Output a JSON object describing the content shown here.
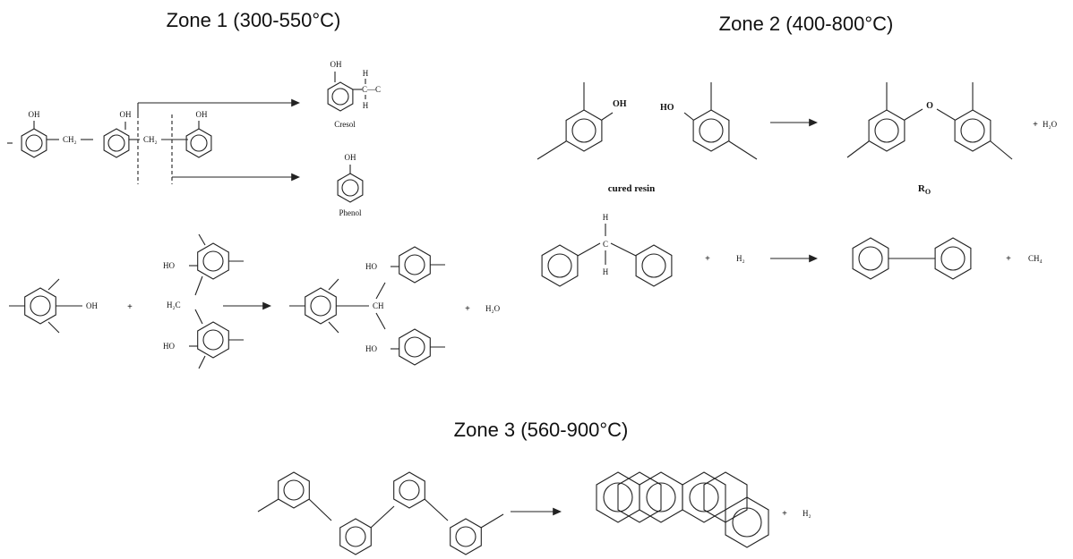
{
  "zone1": {
    "title": "Zone 1 (300-550°C)",
    "labels": {
      "oh_a": "OH",
      "oh_b": "OH",
      "oh_c": "OH",
      "ch2_a": "CH₂",
      "ch2_b": "CH₂",
      "cresol_oh": "OH",
      "cresol_h1": "H",
      "cresol_c": "C—C",
      "cresol_h2": "H",
      "cresol": "Cresol",
      "phenol_oh": "OH",
      "phenol": "Phenol",
      "r2_oh": "OH",
      "r2_plus": "+",
      "r2_ho_top": "HO",
      "r2_h2c": "H₂C",
      "r2_ho_bot": "HO",
      "r2_ho_top2": "HO",
      "r2_ch": "CH",
      "r2_ho_bot2": "HO",
      "r2_plus2": "+",
      "r2_h2o": "H₂O"
    }
  },
  "zone2": {
    "title": "Zone 2 (400-800°C)",
    "labels": {
      "oh": "OH",
      "ho": "HO",
      "o": "O",
      "plus_a": "+",
      "h2o": "H₂O",
      "cured_resin": "cured resin",
      "ro": "R",
      "ro_sub": "O",
      "h_top": "H",
      "c": "C",
      "h_bot": "H",
      "plus_b": "+",
      "h2": "H₂",
      "plus_c": "+",
      "ch4": "CH₄"
    }
  },
  "zone3": {
    "title": "Zone 3 (560-900°C)",
    "labels": {
      "plus": "+",
      "h2": "H₂"
    }
  }
}
